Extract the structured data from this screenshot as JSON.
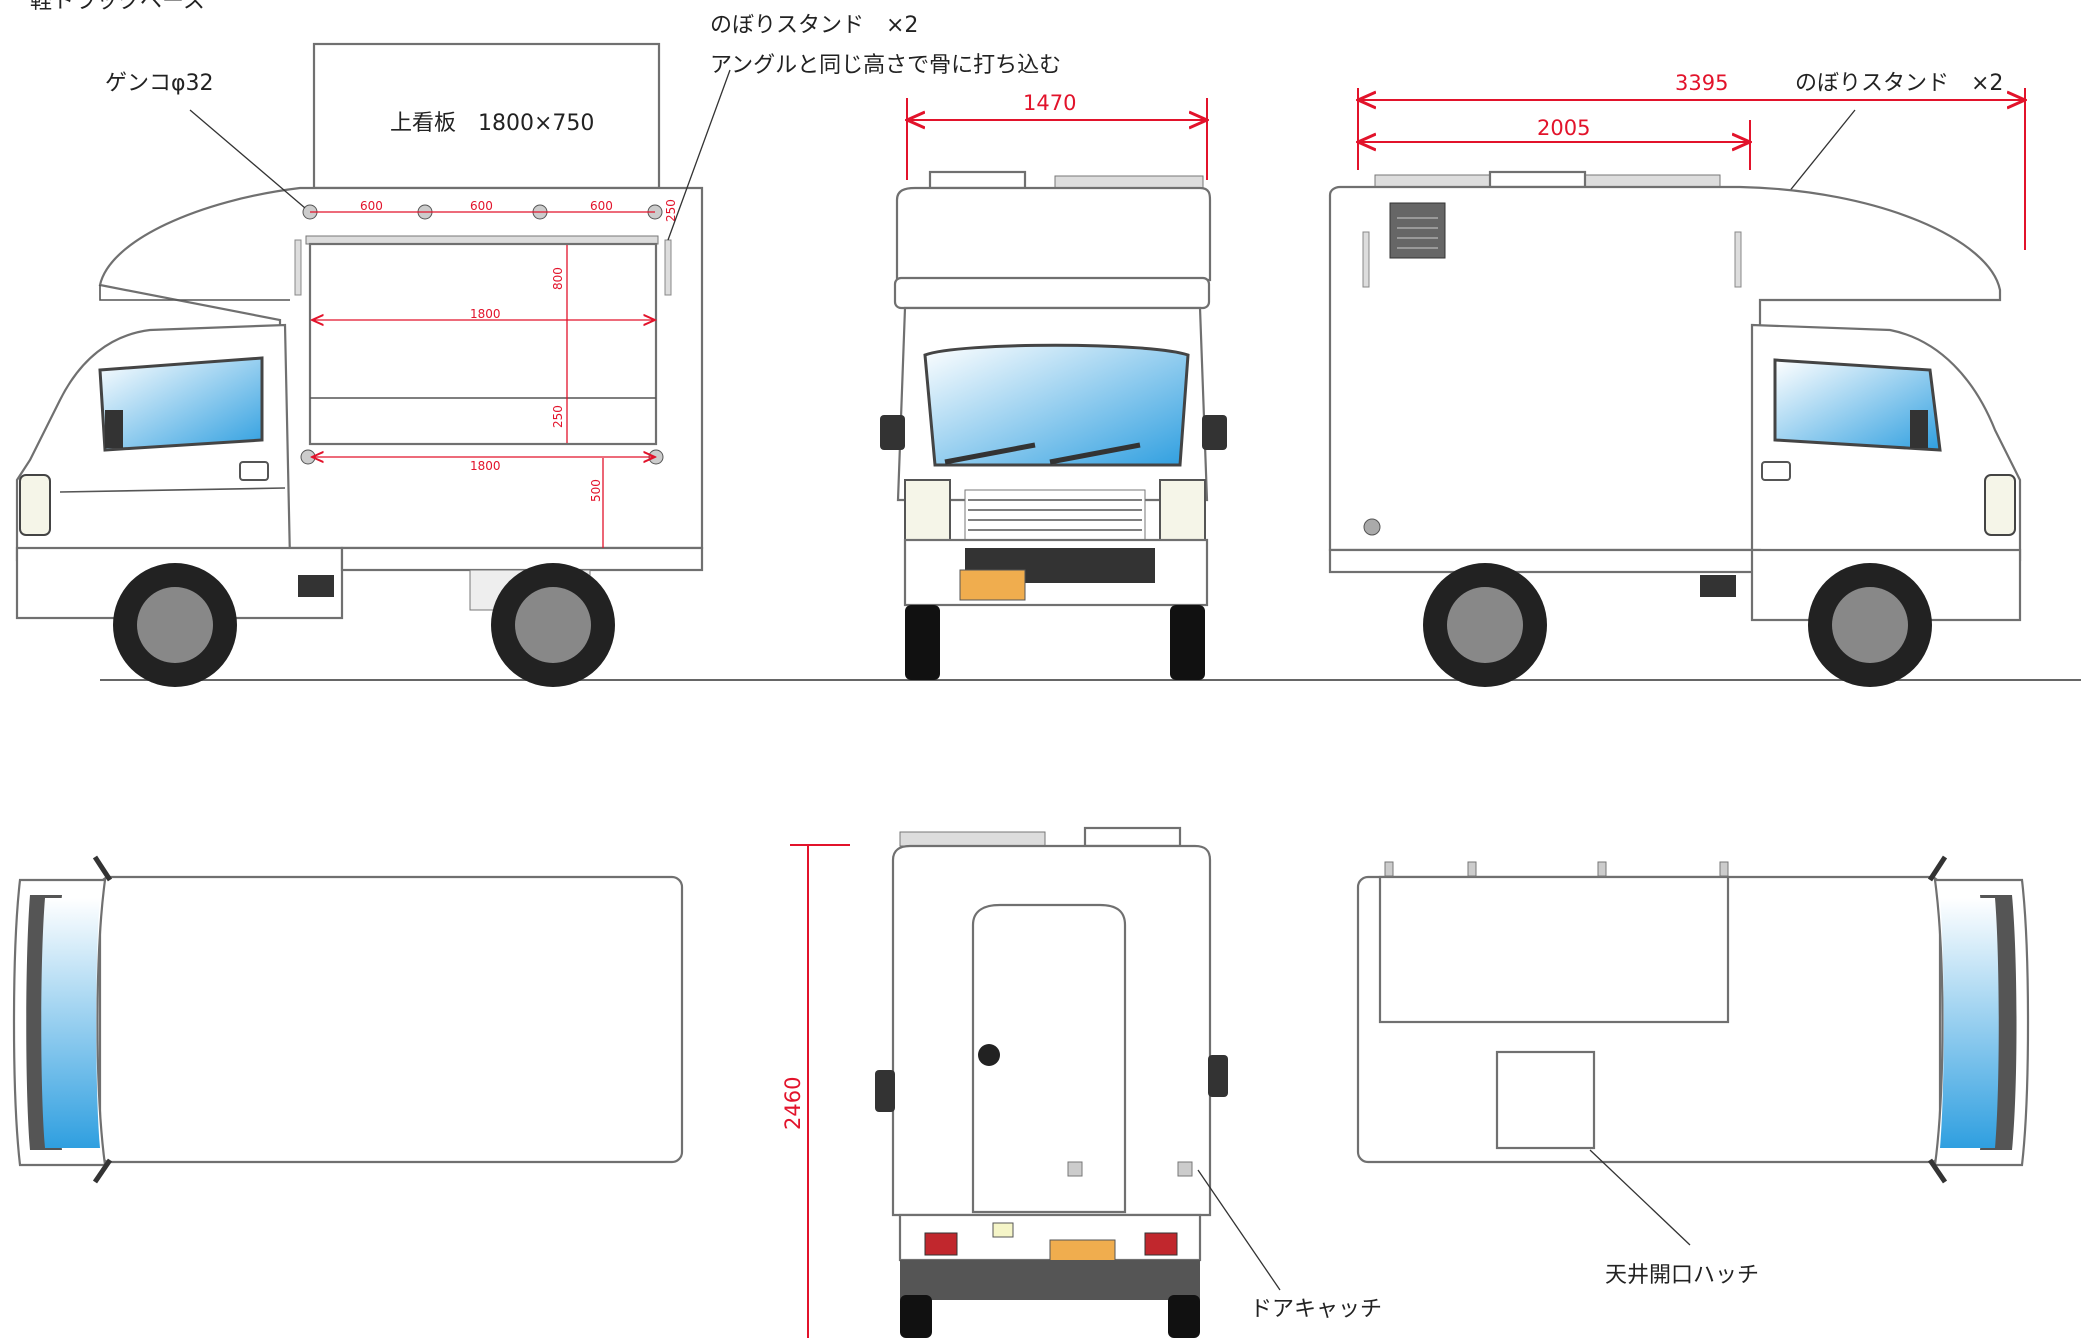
{
  "labels": {
    "top_left_caption": "軽トラックベース",
    "genko": "ゲンコφ32",
    "sign_board": "上看板　1800×750",
    "nobori_stand_front": "のぼりスタンド　×2",
    "angle_note": "アングルと同じ高さで骨に打ち込む",
    "nobori_stand_side": "のぼりスタンド　×2",
    "door_catch": "ドアキャッチ",
    "roof_hatch": "天井開口ハッチ"
  },
  "dimensions": {
    "front_width": "1470",
    "overall_length": "3395",
    "box_length": "2005",
    "overall_height": "2460",
    "genko_spacing_1": "600",
    "genko_spacing_2": "600",
    "genko_spacing_3": "600",
    "genko_top_offset": "250",
    "opening_width_top": "1800",
    "opening_height": "800",
    "counter_height": "250",
    "opening_width_bottom": "1800",
    "counter_to_floor": "500"
  },
  "colors": {
    "dimension": "#e2132b",
    "outline": "#707070",
    "glass_top": "#e8f2fb",
    "glass_bottom": "#2f9fe0",
    "plate": "#f0ad4e"
  }
}
